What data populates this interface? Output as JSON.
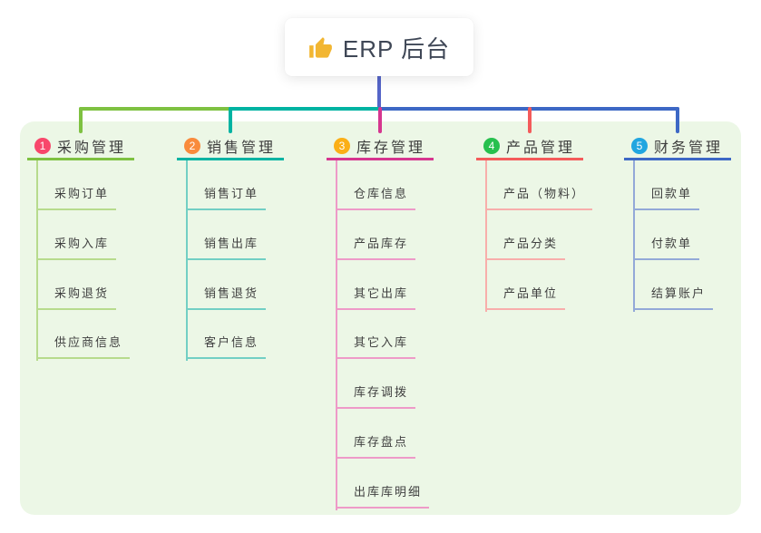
{
  "root": {
    "label": "ERP 后台",
    "icon": "thumbs-up-icon",
    "icon_color": "#f2b632"
  },
  "colors": {
    "page_bg": "#ffffff",
    "panel_bg": "#ecf7e6",
    "root_line": "#5565c8",
    "root_text": "#3f4756",
    "title_text": "#3c3c3c",
    "child_text": "#404040"
  },
  "branches": [
    {
      "index": "1",
      "label": "采购管理",
      "badge_color": "#f8476b",
      "line_color": "#7ec141",
      "child_line_color": "#b7db8d",
      "children": [
        "采购订单",
        "采购入库",
        "采购退货",
        "供应商信息"
      ]
    },
    {
      "index": "2",
      "label": "销售管理",
      "badge_color": "#f98b3c",
      "line_color": "#00b3a2",
      "child_line_color": "#72cfc4",
      "children": [
        "销售订单",
        "销售出库",
        "销售退货",
        "客户信息"
      ]
    },
    {
      "index": "3",
      "label": "库存管理",
      "badge_color": "#fbaf17",
      "line_color": "#d6368f",
      "child_line_color": "#ee9ac8",
      "children": [
        "仓库信息",
        "产品库存",
        "其它出库",
        "其它入库",
        "库存调拨",
        "库存盘点",
        "出库库明细"
      ]
    },
    {
      "index": "4",
      "label": "产品管理",
      "badge_color": "#27c04e",
      "line_color": "#f45b5b",
      "child_line_color": "#f8aeab",
      "children": [
        "产品（物料）",
        "产品分类",
        "产品单位"
      ]
    },
    {
      "index": "5",
      "label": "财务管理",
      "badge_color": "#21a6e0",
      "line_color": "#3d68c5",
      "child_line_color": "#93a9d8",
      "children": [
        "回款单",
        "付款单",
        "结算账户"
      ]
    }
  ]
}
